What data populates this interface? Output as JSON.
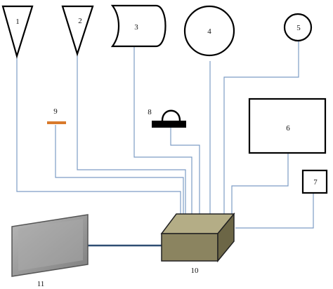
{
  "labels": {
    "c1": "1",
    "c2": "2",
    "c3": "3",
    "c4": "4",
    "c5": "5",
    "c6": "6",
    "c7": "7",
    "c8": "8",
    "c9": "9",
    "c10": "10",
    "c11": "11"
  },
  "colors": {
    "wire": "#7d9cc5",
    "hub_front": "#8b8460",
    "hub_top": "#b4ad86",
    "hub_side": "#6c6646",
    "sensor9": "#d97a2b",
    "panel": "#9a9a9a",
    "cable": "#2f4e73"
  }
}
